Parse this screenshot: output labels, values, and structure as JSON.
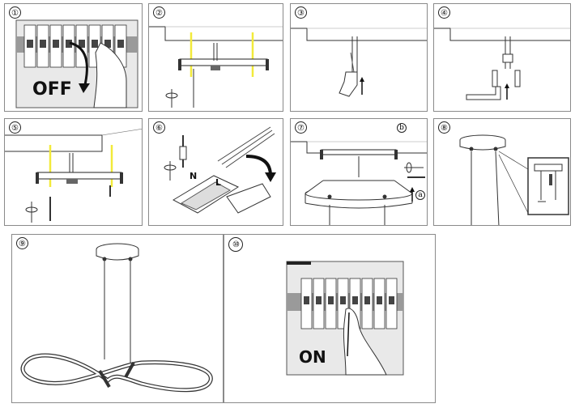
{
  "steps": [
    {
      "number": "①",
      "label": "OFF"
    },
    {
      "number": "②"
    },
    {
      "number": "③"
    },
    {
      "number": "④"
    },
    {
      "number": "⑤"
    },
    {
      "number": "⑥",
      "labels": [
        "N",
        "L"
      ]
    },
    {
      "number": "⑦",
      "sub_a": "a",
      "sub_b": "b"
    },
    {
      "number": "⑧"
    },
    {
      "number": "⑨"
    },
    {
      "number": "⑩",
      "label": "ON"
    }
  ],
  "colors": {
    "highlight": "#f2ea3a",
    "line": "#222222",
    "gray": "#9a9a9a"
  }
}
